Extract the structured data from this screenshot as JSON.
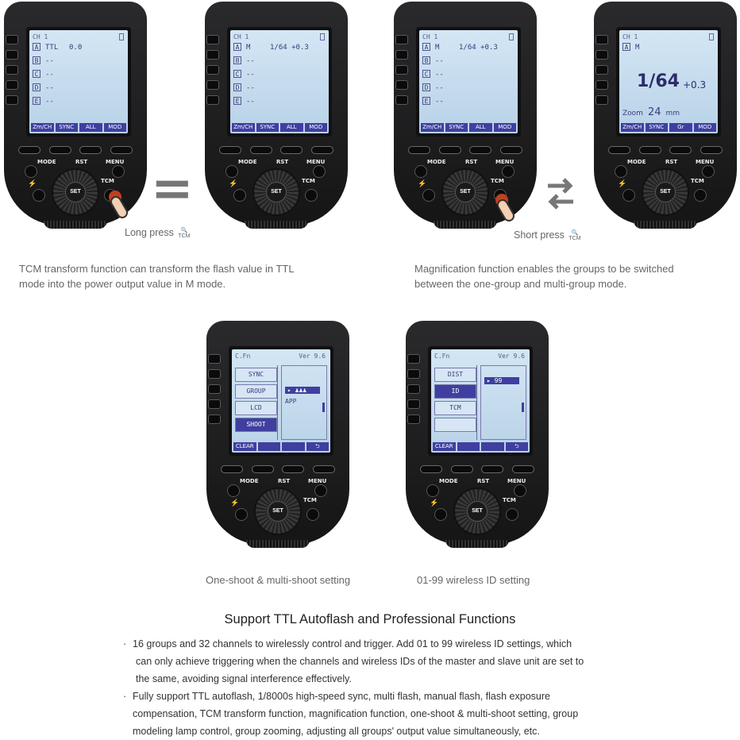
{
  "devices": [
    {
      "id": 1,
      "header": "CH 1",
      "battery": true,
      "rows": [
        [
          "A",
          "TTL",
          "0.0"
        ],
        [
          "B",
          "--",
          ""
        ],
        [
          "C",
          "--",
          ""
        ],
        [
          "D",
          "--",
          ""
        ],
        [
          "E",
          "--",
          ""
        ]
      ],
      "softkeys": [
        "Zm/CH",
        "SYNC",
        "ALL",
        "MOD"
      ]
    },
    {
      "id": 2,
      "header": "CH 1",
      "battery": true,
      "rows": [
        [
          "A",
          "M",
          "1/64  +0.3"
        ],
        [
          "B",
          "--",
          ""
        ],
        [
          "C",
          "--",
          ""
        ],
        [
          "D",
          "--",
          ""
        ],
        [
          "E",
          "--",
          ""
        ]
      ],
      "softkeys": [
        "Zm/CH",
        "SYNC",
        "ALL",
        "MOD"
      ]
    },
    {
      "id": 3,
      "header": "CH 1",
      "battery": true,
      "rows": [
        [
          "A",
          "M",
          "1/64  +0.3"
        ],
        [
          "B",
          "--",
          ""
        ],
        [
          "C",
          "--",
          ""
        ],
        [
          "D",
          "--",
          ""
        ],
        [
          "E",
          "--",
          ""
        ]
      ],
      "softkeys": [
        "Zm/CH",
        "SYNC",
        "ALL",
        "MOD"
      ]
    },
    {
      "id": 4,
      "header": "CH 1",
      "battery": true,
      "group": "A",
      "mode": "M",
      "power": "1/64",
      "offset": "+0.3",
      "zoom_label": "Zoom",
      "zoom_value": "24",
      "zoom_unit": "mm",
      "softkeys": [
        "Zm/CH",
        "SYNC",
        "Gr",
        "MOD"
      ]
    },
    {
      "id": 5,
      "header": "C.Fn",
      "version": "Ver 9.6",
      "menu": [
        "SYNC",
        "GROUP",
        "LCD",
        "SHOOT"
      ],
      "menu_selected": 3,
      "panel": [
        "",
        "▸ ♟♟♟",
        "APP"
      ],
      "softkeys": [
        "CLEAR",
        "",
        "",
        "⮌"
      ]
    },
    {
      "id": 6,
      "header": "C.Fn",
      "version": "Ver 9.6",
      "menu": [
        "DIST",
        "ID",
        "TCM",
        ""
      ],
      "menu_selected": 1,
      "panel": [
        "▸ 99"
      ],
      "softkeys": [
        "CLEAR",
        "",
        "",
        "⮌"
      ]
    }
  ],
  "keylabels": {
    "mode": "MODE",
    "rst": "RST",
    "menu": "MENU",
    "tcm": "TCM",
    "set": "SET"
  },
  "equals_sign": "=",
  "long_press": "Long press",
  "short_press": "Short press",
  "tcm_small": "TCM",
  "captions": {
    "tcm": [
      "TCM transform function can transform the flash value in TTL",
      "mode into the power output value in M mode."
    ],
    "magnification": [
      "Magnification function enables the groups to be switched",
      "between the one-group and multi-group mode."
    ],
    "shoot": "One-shoot & multi-shoot setting",
    "id": "01-99 wireless ID setting"
  },
  "section_title": "Support TTL Autoflash and Professional Functions",
  "bullets": [
    [
      "16 groups and 32 channels to wirelessly control and trigger. Add 01 to 99 wireless ID settings, which",
      "can only achieve triggering when the channels and wireless IDs of the master and slave unit are set to",
      "the same, avoiding signal interference effectively."
    ],
    [
      "Fully support TTL autoflash, 1/8000s high-speed sync, multi flash, manual flash, flash exposure",
      "compensation, TCM transform function, magnification function, one-shoot & multi-shoot setting, group",
      "modeling lamp control, group zooming, adjusting all groups' output value simultaneously, etc."
    ]
  ]
}
